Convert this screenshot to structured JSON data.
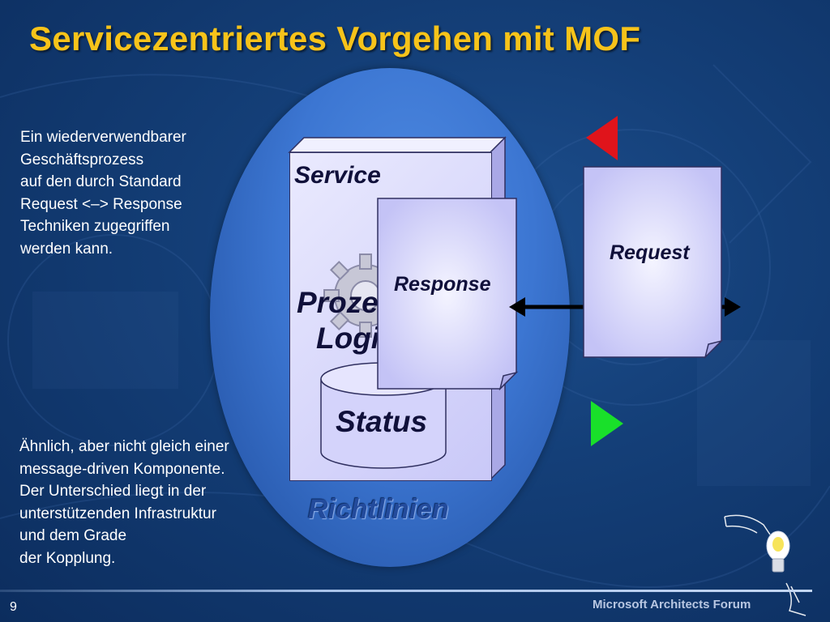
{
  "slide": {
    "title": "Servicezentriertes Vorgehen mit MOF",
    "intro_lines": [
      "Ein wiederverwendbarer",
      "Geschäftsprozess",
      "auf den durch Standard",
      "Request <–> Response",
      "Techniken zugegriffen",
      "werden kann."
    ],
    "comparison_lines": [
      "Ähnlich, aber nicht gleich einer",
      "message-driven Komponente.",
      "Der Unterschied liegt in der",
      "unterstützenden Infrastruktur",
      "und dem Grade",
      "der Kopplung."
    ],
    "page_number": "9",
    "footer": "Microsoft Architects Forum"
  },
  "diagram": {
    "service_label": "Service",
    "prozess_lines": [
      "Proze",
      "Logi"
    ],
    "status_label": "Status",
    "response_label": "Response",
    "request_label": "Request",
    "policy_label": "Richtlinien",
    "colors": {
      "oval": "#3c76d2",
      "box_fill": "#d6d5fb",
      "title": "#f7c31a",
      "arrow_red": "#e0141b",
      "arrow_green": "#19e02a"
    },
    "icons": [
      "gear-icon",
      "red-triangle-icon",
      "green-triangle-icon",
      "double-arrow-icon",
      "lightbulb-hand-icon"
    ]
  }
}
